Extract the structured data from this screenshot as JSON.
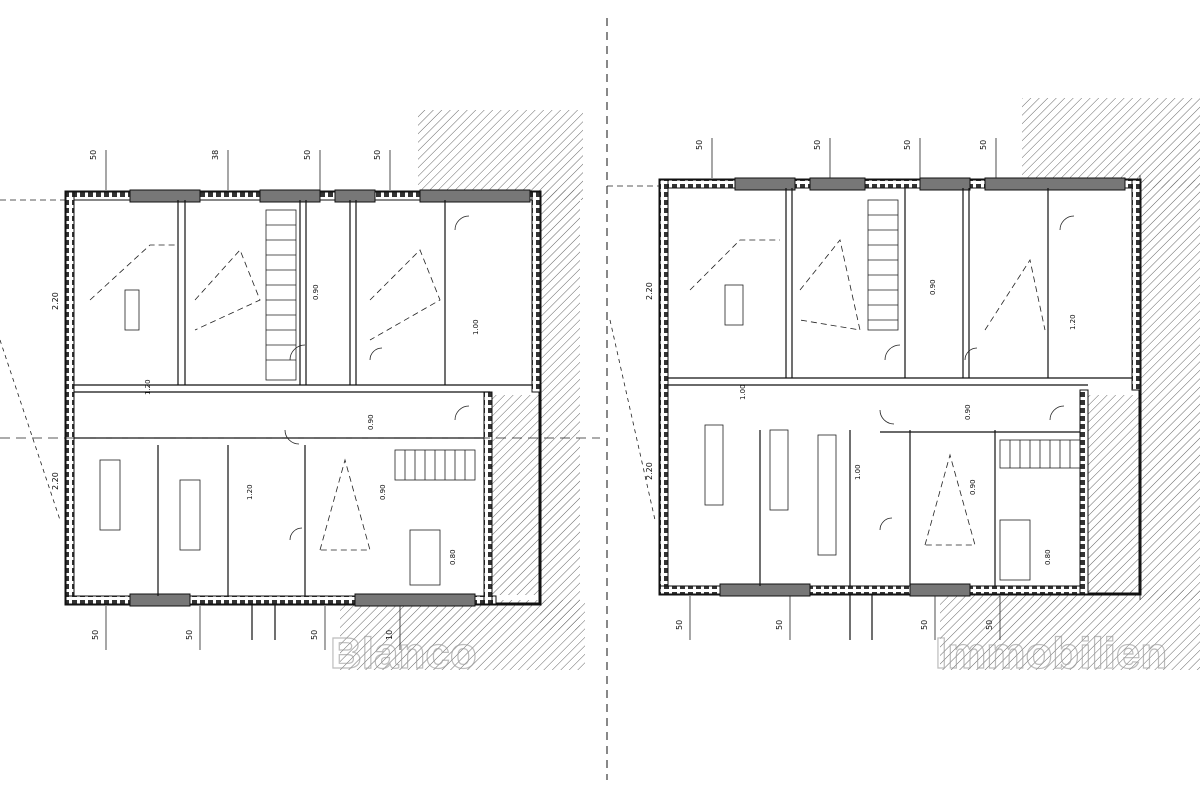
{
  "watermark": {
    "left": "Blanco",
    "right": "Immobilien"
  },
  "floors": [
    {
      "dims_top": [
        "50",
        "38",
        "50",
        "50"
      ],
      "dims_bottom": [
        "50",
        "50",
        "50",
        "10"
      ],
      "dims_left": [
        "2.20",
        "2.20"
      ],
      "room_labels": [
        "1.20",
        "0.90",
        "1.00",
        "0.90",
        "1.20",
        "0.90",
        "0.80"
      ]
    },
    {
      "dims_top": [
        "50",
        "50",
        "50",
        "50"
      ],
      "dims_bottom": [
        "50",
        "50",
        "50",
        "50"
      ],
      "dims_left": [
        "2.20",
        "2.20"
      ],
      "room_labels": [
        "1.00",
        "0.90",
        "1.20",
        "0.90",
        "1.00",
        "0.90",
        "0.80"
      ]
    }
  ]
}
